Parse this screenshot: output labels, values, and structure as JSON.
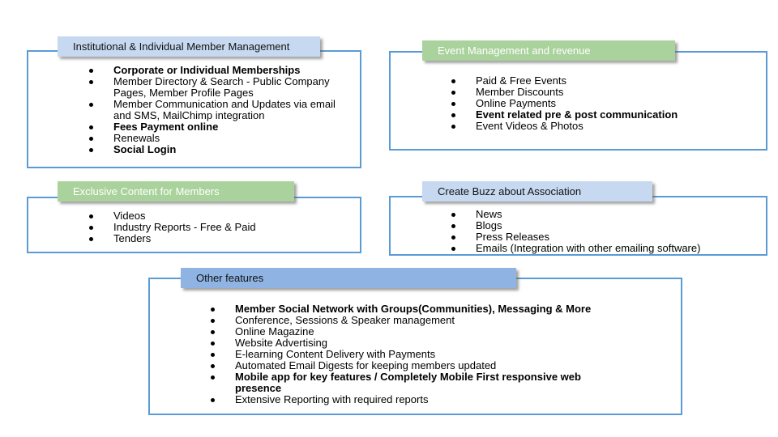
{
  "colors": {
    "panel_border_blue": "#5b9bd5",
    "tab_light_blue": "#c6d9f0",
    "tab_green": "#aad29c",
    "tab_medium_blue": "#8fb4e3",
    "tab_green_text": "#ffffff",
    "tab_dark_text": "#111111",
    "body_text": "#000000",
    "background": "#ffffff"
  },
  "boxes": [
    {
      "id": "member-management",
      "title": "Institutional & Individual Member Management",
      "tab_style": "light-blue",
      "items": [
        {
          "text": "Corporate or Individual Memberships",
          "bold": true
        },
        {
          "text": "Member Directory & Search - Public Company Pages, Member Profile Pages",
          "bold": false
        },
        {
          "text": "Member Communication and Updates via email and SMS, MailChimp integration",
          "bold": false
        },
        {
          "text": "Fees Payment online",
          "bold": true
        },
        {
          "text": "Renewals",
          "bold": false
        },
        {
          "text": "Social Login",
          "bold": true
        }
      ]
    },
    {
      "id": "event-management",
      "title": "Event Management and revenue",
      "tab_style": "green",
      "items": [
        {
          "text": "Paid & Free Events",
          "bold": false
        },
        {
          "text": "Member Discounts",
          "bold": false
        },
        {
          "text": "Online Payments",
          "bold": false
        },
        {
          "text": "Event related pre & post communication",
          "bold": true
        },
        {
          "text": "Event Videos & Photos",
          "bold": false
        }
      ]
    },
    {
      "id": "exclusive-content",
      "title": "Exclusive Content for Members",
      "tab_style": "green",
      "items": [
        {
          "text": "Videos",
          "bold": false
        },
        {
          "text": "Industry Reports - Free & Paid",
          "bold": false
        },
        {
          "text": "Tenders",
          "bold": false
        }
      ]
    },
    {
      "id": "create-buzz",
      "title": "Create Buzz about Association",
      "tab_style": "light-blue",
      "items": [
        {
          "text": "News",
          "bold": false
        },
        {
          "text": "Blogs",
          "bold": false
        },
        {
          "text": "Press Releases",
          "bold": false
        },
        {
          "text": "Emails (Integration with other emailing software)",
          "bold": false
        }
      ]
    },
    {
      "id": "other-features",
      "title": "Other features",
      "tab_style": "medium-blue",
      "items": [
        {
          "text": "Member Social Network with Groups(Communities), Messaging & More",
          "bold": true
        },
        {
          "text": "Conference, Sessions & Speaker management",
          "bold": false
        },
        {
          "text": "Online Magazine",
          "bold": false
        },
        {
          "text": "Website Advertising",
          "bold": false
        },
        {
          "text": "E-learning Content Delivery with Payments",
          "bold": false
        },
        {
          "text": "Automated Email Digests for keeping members updated",
          "bold": false
        },
        {
          "text": "Mobile app for key features / Completely Mobile First responsive web presence",
          "bold": true
        },
        {
          "text": "Extensive Reporting with required reports",
          "bold": false
        }
      ]
    }
  ]
}
